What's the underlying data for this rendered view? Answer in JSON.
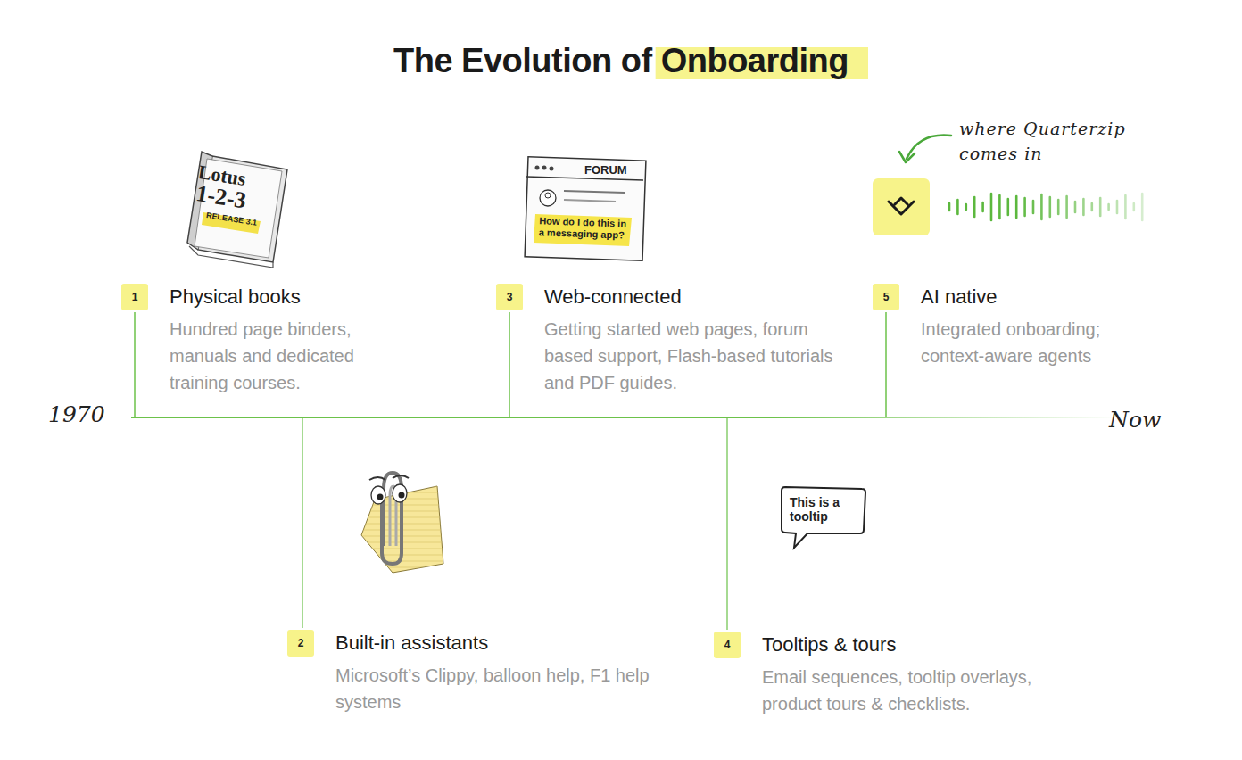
{
  "diagram": {
    "title": "The Evolution of Onboarding",
    "nodes": [
      {
        "text": [
          "1",
          "Physical books",
          "Hundred page binders, manuals and dedicated training courses."
        ]
      },
      {
        "text": [
          "2",
          "Built-in assistants",
          "Microsoft’s Clippy, balloon help, F1 help systems"
        ]
      },
      {
        "text": [
          "3",
          "Web-connected",
          "Getting started web pages, forum based support, Flash-based tutorials and PDF guides."
        ]
      },
      {
        "text": [
          "4",
          "Tooltips & tours",
          "Email sequences, tooltip overlays, product tours & checklists."
        ]
      },
      {
        "text": [
          "5",
          "AI native",
          "Integrated onboarding; context-aware agents"
        ]
      }
    ],
    "edges": [],
    "labels": [
      "1970",
      "Now",
      "where Quarterzip comes in",
      "Lotus",
      "1-2-3",
      "RELEASE 3.1",
      "FORUM",
      "How do I do this in a messaging app?",
      "This is a tooltip"
    ]
  }
}
